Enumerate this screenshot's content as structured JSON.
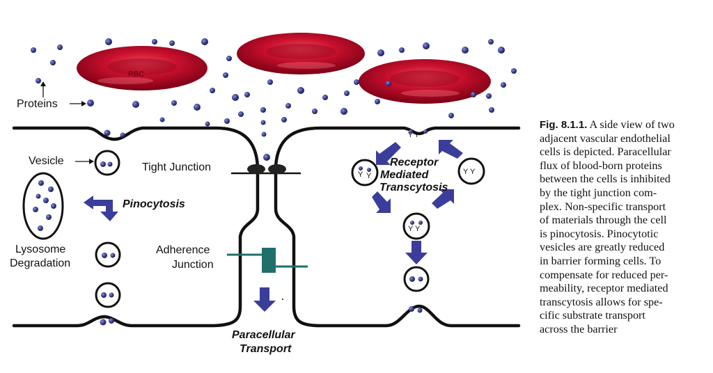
{
  "labels": {
    "rbc": "RBC",
    "proteins": "Proteins",
    "vesicle": "Vesicle",
    "tight_junction": "Tight Junction",
    "pinocytosis": "Pinocytosis",
    "lysosome_line1": "Lysosome",
    "lysosome_line2": "Degradation",
    "adherence_line1": "Adherence",
    "adherence_line2": "Junction",
    "paracellular_line1": "Paracellular",
    "paracellular_line2": "Transport",
    "receptor_line1": "Receptor",
    "receptor_line2": "Mediated",
    "receptor_line3": "Transcytosis",
    "receptor_glyph": "Y",
    "receptor_pair": "Y Y"
  },
  "caption": {
    "fig_number": "Fig. 8.1.1.",
    "lines": [
      "A side view of two",
      "adjacent vascular endothelial",
      "cells is depicted. Paracellular",
      "flux of blood-born proteins",
      "between the cells is inhibited",
      "by the tight junction com-",
      "plex. Non-specific transport",
      "of materials through the cell",
      "is pinocytosis. Pinocytotic",
      "vesicles are greatly reduced",
      "in barrier forming cells. To",
      "compensate for reduced per-",
      "meability, receptor mediated",
      "transcytosis allows for spe-",
      "cific substrate transport",
      "across the barrier"
    ]
  },
  "colors": {
    "rbc": "#c8102e",
    "protein": "#3a3f8f",
    "arrow": "#3b3d9a",
    "adherence": "#1f6f6a",
    "membrane": "#111111"
  }
}
